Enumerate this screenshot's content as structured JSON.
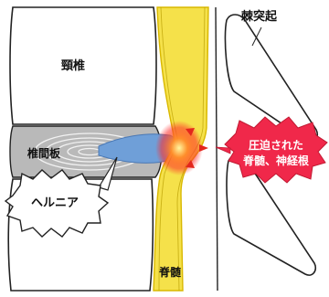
{
  "labels": {
    "spinous_process": "棘突起",
    "cervical_vertebra": "頸椎",
    "intervertebral_disc": "椎間板",
    "hernia": "ヘルニア",
    "spinal_cord": "脊髄",
    "callout_line1": "圧迫された",
    "callout_line2": "脊髄、神経根"
  },
  "colors": {
    "spinal_cord": "#f5e14a",
    "spinal_cord_edge": "#d9b800",
    "nucleus": "#6f9fd8",
    "compression_glow": "#ff3b2f",
    "callout_fill": "#f0284a",
    "bone_fill": "#ffffff",
    "outline": "#222222"
  }
}
